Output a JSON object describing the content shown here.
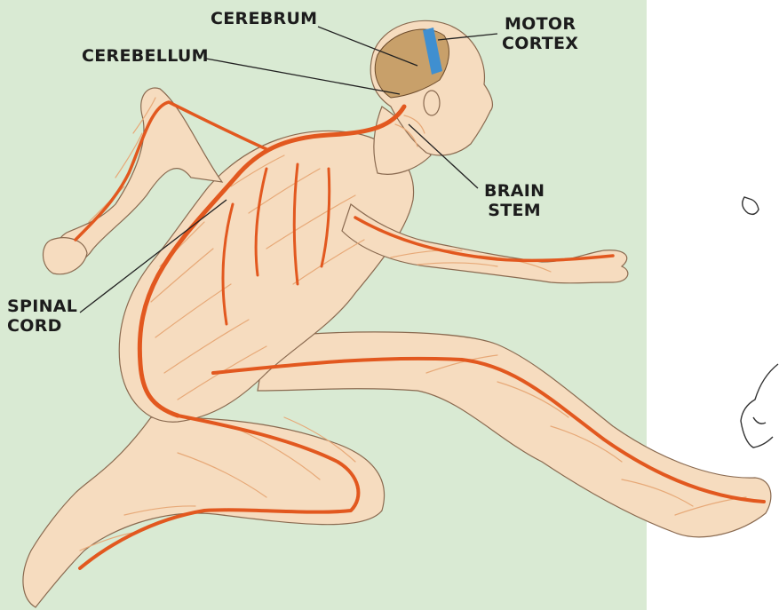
{
  "colors": {
    "panel_background": "#d9ead3",
    "page_background": "#ffffff",
    "skin": "#f6dcbf",
    "muscle_lines": "#e7a978",
    "nerves": "#e2581f",
    "brain": "#c8a06a",
    "motor_cortex": "#3f8fd0",
    "label_text": "#1c1c1c",
    "leader_lines": "#222222"
  },
  "labels": {
    "cerebrum": "CEREBRUM",
    "motor_cortex": [
      "MOTOR",
      "CORTEX"
    ],
    "cerebellum": "CEREBELLUM",
    "brain_stem": [
      "BRAIN",
      "STEM"
    ],
    "spinal_cord": [
      "SPINAL",
      "CORD"
    ]
  },
  "icons": {
    "figure": "running-human-nervous-system-illustration",
    "partial_sketch": "second-runner-sketch-fragment"
  }
}
